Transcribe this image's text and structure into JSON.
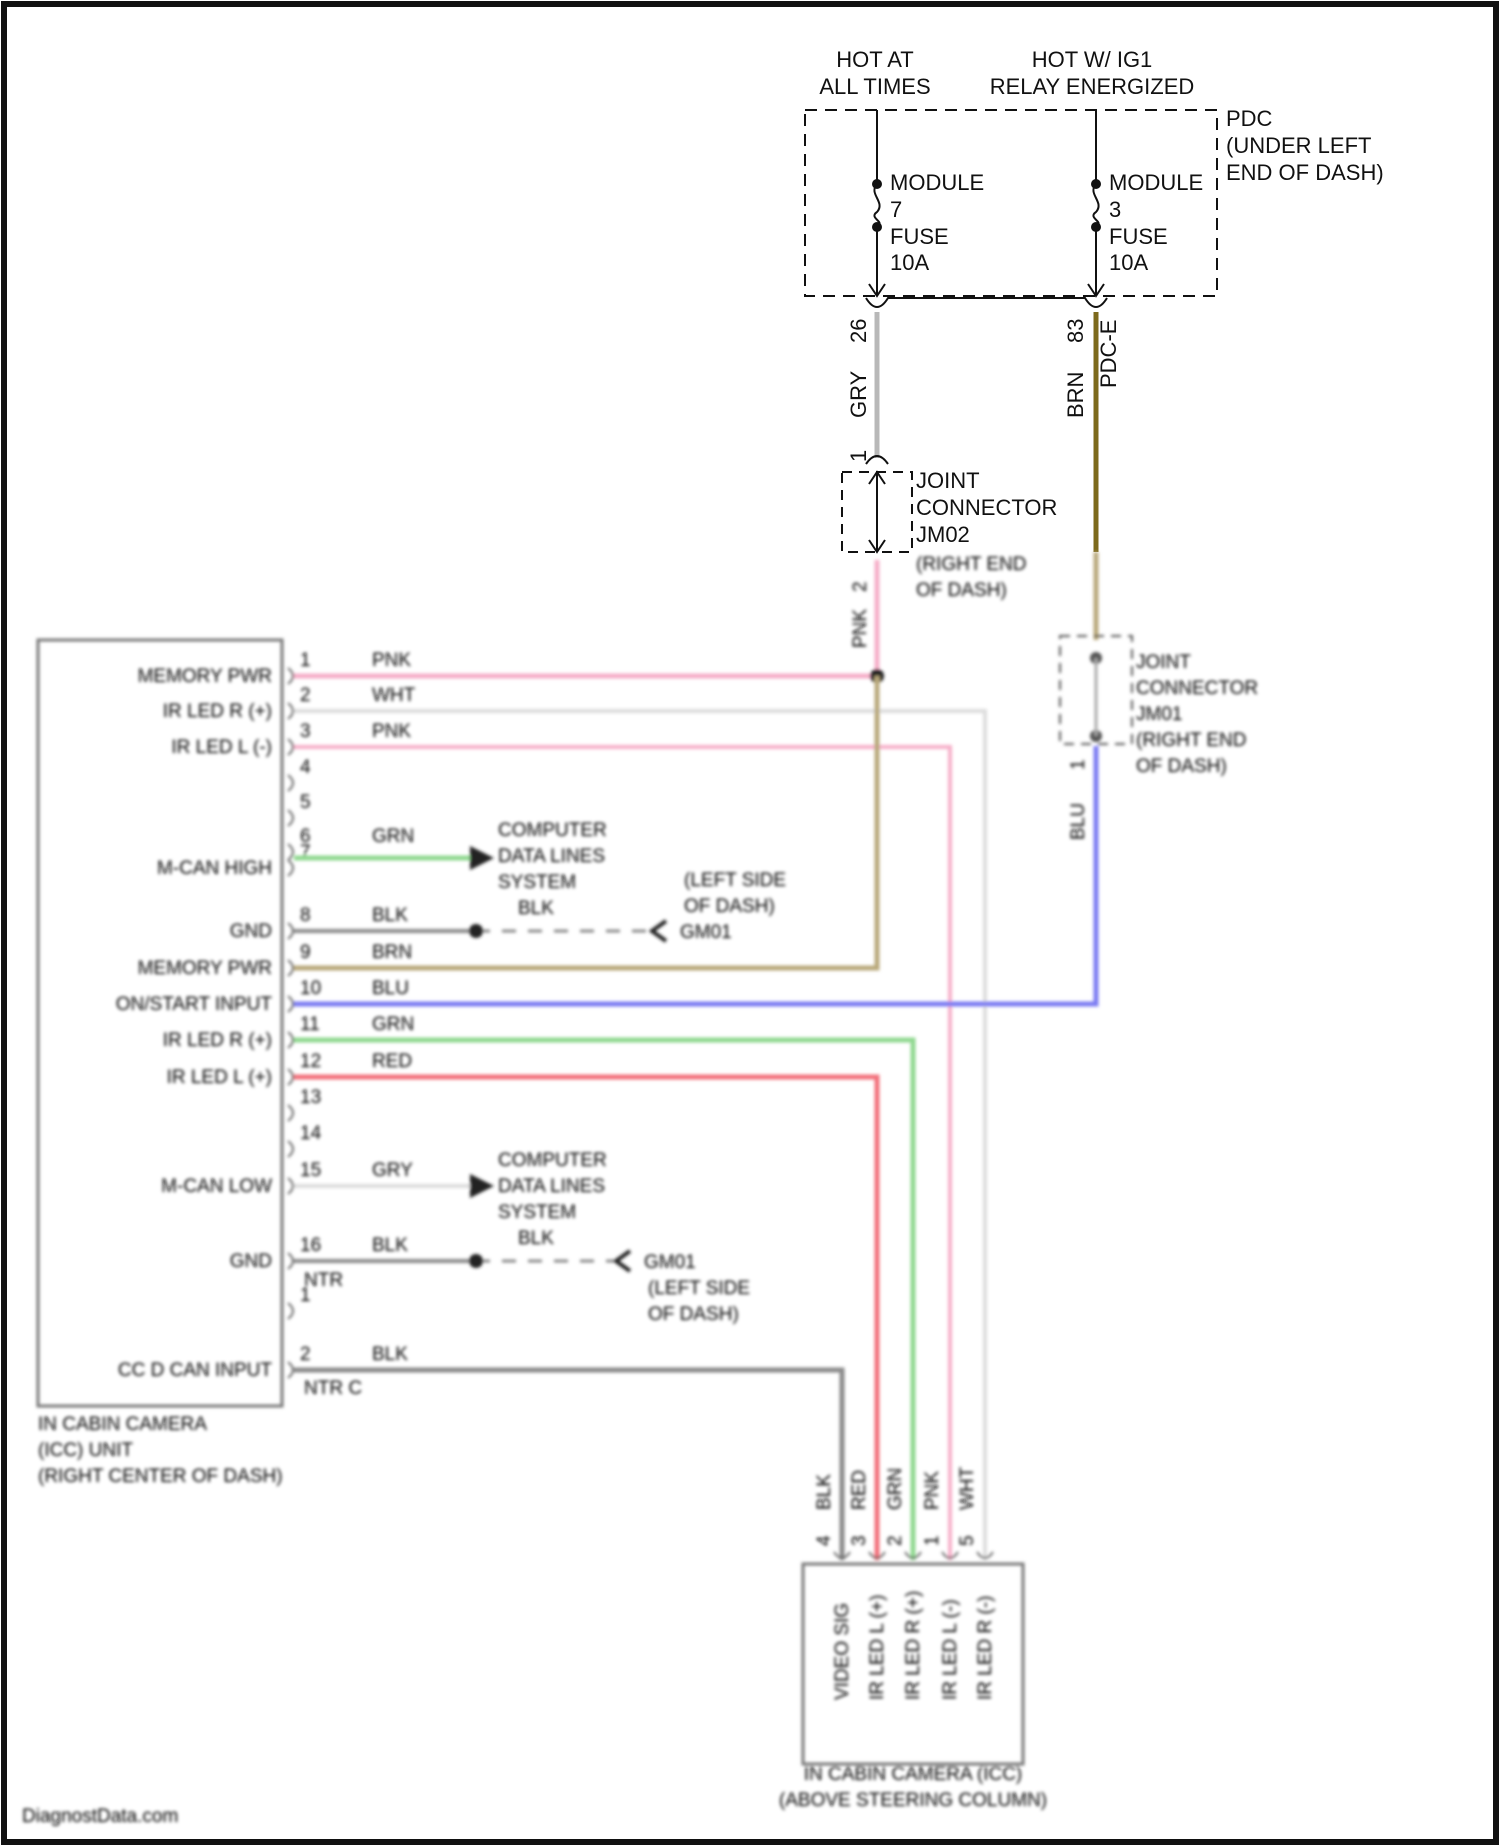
{
  "power": {
    "hot_at_all_times": [
      "HOT AT",
      "ALL TIMES"
    ],
    "hot_w_ig1": [
      "HOT W/ IG1",
      "RELAY ENERGIZED"
    ]
  },
  "pdc": {
    "label": [
      "PDC",
      "(UNDER LEFT",
      "END OF DASH)"
    ],
    "fuse_left": [
      "MODULE",
      "7",
      "FUSE",
      "10A"
    ],
    "fuse_right": [
      "MODULE",
      "3",
      "FUSE",
      "10A"
    ]
  },
  "wires_top": {
    "left_cavity": "26",
    "left_color": "GRY",
    "right_cavity": "83",
    "right_color": "BRN",
    "right_connector": "PDC-E"
  },
  "joint_jm02": {
    "pin": "1",
    "label": [
      "JOINT",
      "CONNECTOR",
      "JM02",
      "(RIGHT END",
      "OF DASH)"
    ],
    "pin_out": "2",
    "out_color": "PNK"
  },
  "joint_jm01": {
    "label": [
      "JOINT",
      "CONNECTOR",
      "JM01",
      "(RIGHT END",
      "OF DASH)"
    ],
    "pin_out": "1",
    "out_color": "BLU"
  },
  "icc_unit": {
    "label": [
      "IN CABIN CAMERA",
      "(ICC) UNIT",
      "(RIGHT CENTER OF DASH)"
    ],
    "pins": [
      {
        "num": "1",
        "name": "MEMORY PWR",
        "color": "PNK"
      },
      {
        "num": "2",
        "name": "IR LED R (+)",
        "color": "WHT"
      },
      {
        "num": "3",
        "name": "IR LED L (-)",
        "color": "PNK"
      },
      {
        "num": "4",
        "name": "",
        "color": ""
      },
      {
        "num": "5",
        "name": "",
        "color": ""
      },
      {
        "num": "6",
        "name": "",
        "color": "GRN"
      },
      {
        "num": "7",
        "name": "M-CAN HIGH",
        "color": ""
      },
      {
        "num": "8",
        "name": "GND",
        "color": "BLK"
      },
      {
        "num": "9",
        "name": "MEMORY PWR",
        "color": "BRN"
      },
      {
        "num": "10",
        "name": "ON/START INPUT",
        "color": "BLU"
      },
      {
        "num": "11",
        "name": "IR LED R (+)",
        "color": "GRN"
      },
      {
        "num": "12",
        "name": "IR LED L (+)",
        "color": "RED"
      },
      {
        "num": "13",
        "name": "",
        "color": ""
      },
      {
        "num": "14",
        "name": "",
        "color": ""
      },
      {
        "num": "15",
        "name": "M-CAN LOW",
        "color": "GRY"
      },
      {
        "num": "16",
        "name": "GND",
        "color": "BLK"
      },
      {
        "num": "1",
        "name": "",
        "color": ""
      },
      {
        "num": "2",
        "name": "CC D CAN INPUT",
        "color": "BLK"
      }
    ],
    "connector_a": "NTR",
    "connector_b": "NTR C"
  },
  "data_lines": {
    "top": [
      "COMPUTER",
      "DATA LINES",
      "SYSTEM"
    ],
    "bottom": [
      "COMPUTER",
      "DATA LINES",
      "SYSTEM"
    ],
    "ground_wire_color": "BLK"
  },
  "grounds": {
    "top_name": "GM01",
    "top_loc": [
      "(LEFT SIDE",
      "OF DASH)"
    ],
    "bottom_name": "GM01",
    "bottom_loc": [
      "(LEFT SIDE",
      "OF DASH)"
    ]
  },
  "camera": {
    "label": [
      "IN CABIN CAMERA (ICC)",
      "(ABOVE STEERING COLUMN)"
    ],
    "pins": [
      {
        "num": "4",
        "name": "VIDEO SIG",
        "color": "BLK"
      },
      {
        "num": "3",
        "name": "IR LED L (+)",
        "color": "RED"
      },
      {
        "num": "2",
        "name": "IR LED R (+)",
        "color": "GRN"
      },
      {
        "num": "1",
        "name": "IR LED L (-)",
        "color": "PNK"
      },
      {
        "num": "5",
        "name": "IR LED R (-)",
        "color": "WHT"
      }
    ]
  },
  "watermark": "DiagnostData.com",
  "colors": {
    "gry": "#b8b8b8",
    "brn": "#7d6a1c",
    "pnk": "#f6aec8",
    "grn": "#8fd88f",
    "blu": "#7c7cf2",
    "red": "#f2707a",
    "blk": "#8a8a8a",
    "wht": "#dcdcdc",
    "line": "#111111"
  }
}
